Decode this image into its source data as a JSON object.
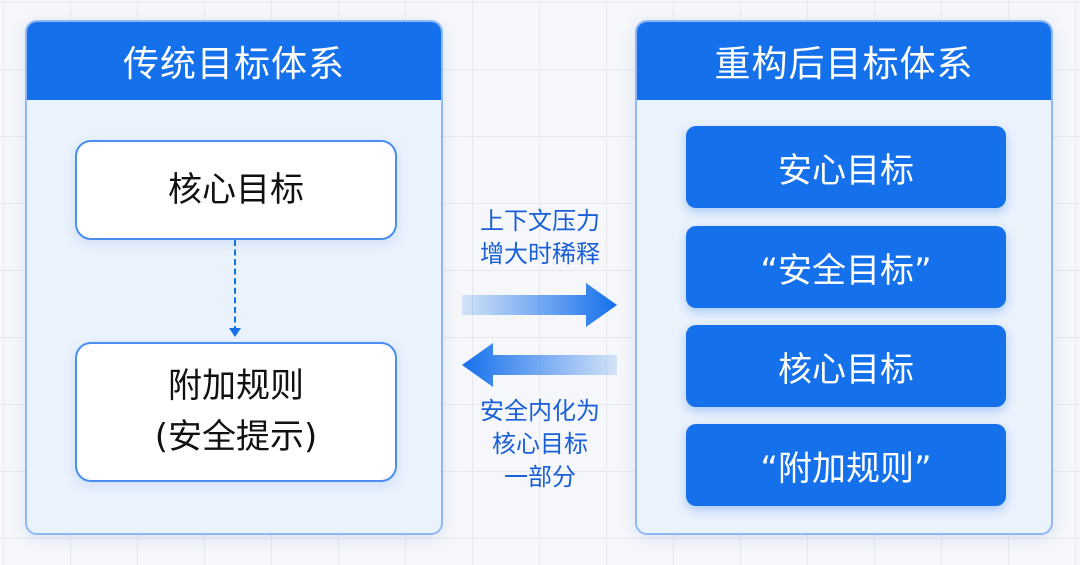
{
  "left_panel": {
    "title": "传统目标体系",
    "boxes": [
      "核心目标",
      "附加规则\n(安全提示)"
    ]
  },
  "right_panel": {
    "title": "重构后目标体系",
    "boxes": [
      "安心目标",
      "“安全目标”",
      "核心目标",
      "“附加规则”"
    ]
  },
  "arrows": {
    "forward_label": "上下文压力\n增大时稀释",
    "backward_label": "安全内化为\n核心目标\n一部分"
  },
  "colors": {
    "primary": "#1570ec",
    "panel_bg": "#eaf2fc"
  }
}
